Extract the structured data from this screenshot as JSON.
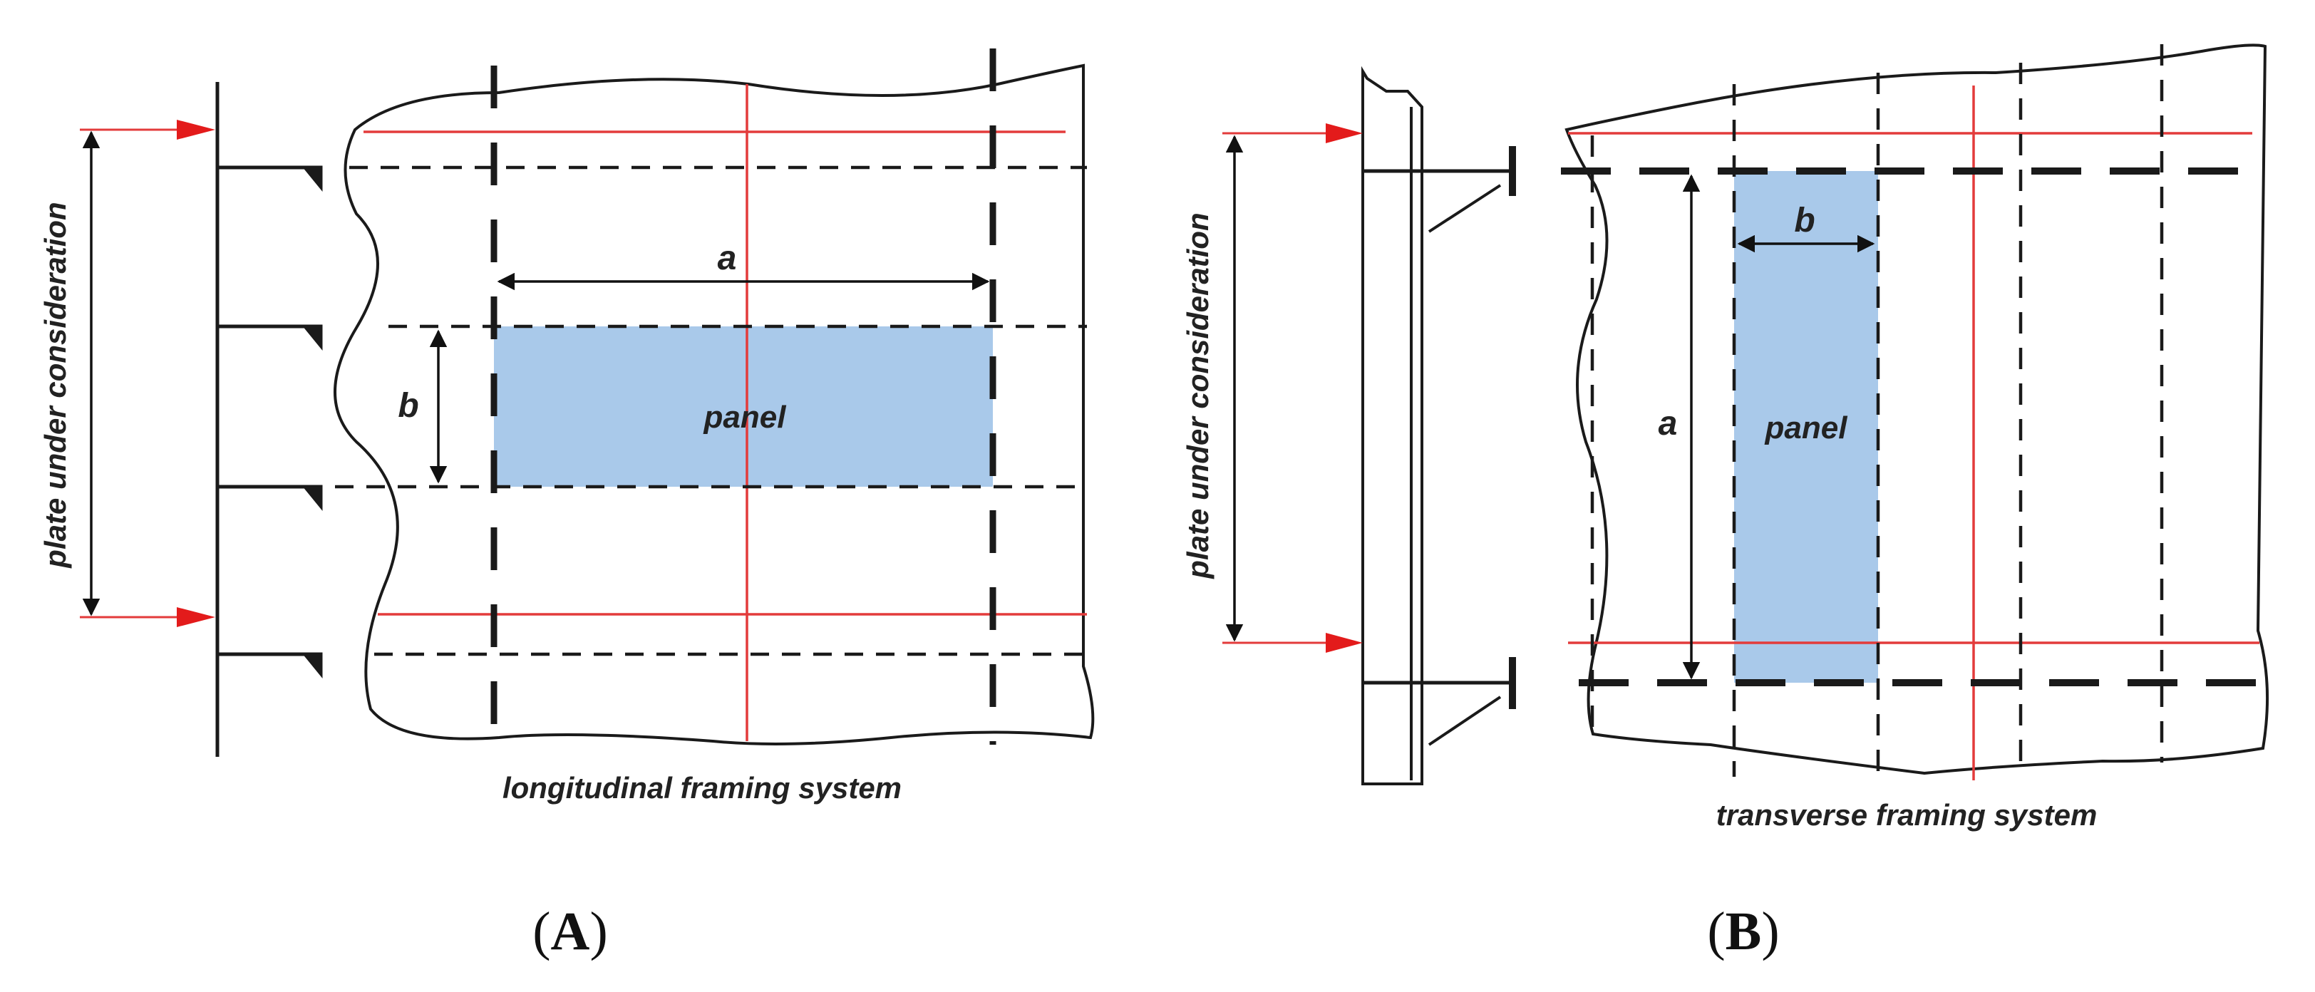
{
  "figure": {
    "panel_a": {
      "side_label": "plate under consideration",
      "dim_a": "a",
      "dim_b": "b",
      "panel_label": "panel",
      "system_label": "longitudinal framing system",
      "caption_letter": "A"
    },
    "panel_b": {
      "side_label": "plate under consideration",
      "dim_a": "a",
      "dim_b": "b",
      "panel_label": "panel",
      "system_label": "transverse framing system",
      "caption_letter": "B"
    },
    "caption_open": "(",
    "caption_close": ")"
  },
  "colors": {
    "panel_fill": "#a9c9ea",
    "center_line": "#e33b3b",
    "arrow": "#e31b1b",
    "frame_line": "#1a1a1a"
  }
}
